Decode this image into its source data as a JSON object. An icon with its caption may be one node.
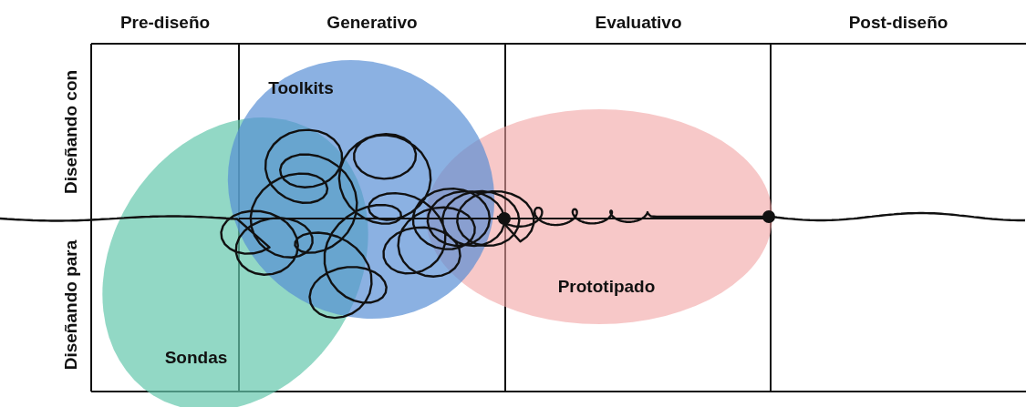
{
  "diagram": {
    "nodes": [
      {
        "text": [
          "Toolkits"
        ]
      },
      {
        "text": [
          "Prototipado"
        ]
      },
      {
        "text": [
          "Sondas"
        ]
      }
    ],
    "edges": [],
    "labels": [
      "Pre-diseño",
      "Generativo",
      "Evaluativo",
      "Post-diseño",
      "Diseñando con",
      "Diseñando para"
    ]
  }
}
